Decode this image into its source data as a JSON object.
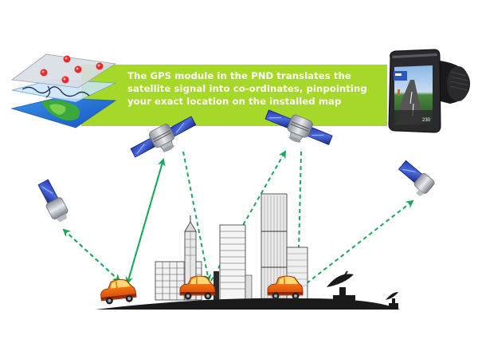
{
  "banner": {
    "lines": [
      "The GPS module in the PND translates the",
      "satellite signal into co-ordinates, pinpointing",
      "your exact location on the installed map"
    ],
    "color": "#a6d82a"
  },
  "diagram": {
    "elements": [
      {
        "name": "map-layers",
        "label": "Installed map layers (POI layer, route layer, terrain layer)"
      },
      {
        "name": "pnd-device",
        "label": "Personal Navigation Device with mounted screen",
        "screen_distance": "230"
      },
      {
        "name": "satellites",
        "count": 4
      },
      {
        "name": "cars",
        "count": 3
      },
      {
        "name": "city-skyline",
        "label": "Buildings"
      },
      {
        "name": "satellite-dishes",
        "count": 2
      }
    ],
    "signal_color": "#1aa75a"
  }
}
